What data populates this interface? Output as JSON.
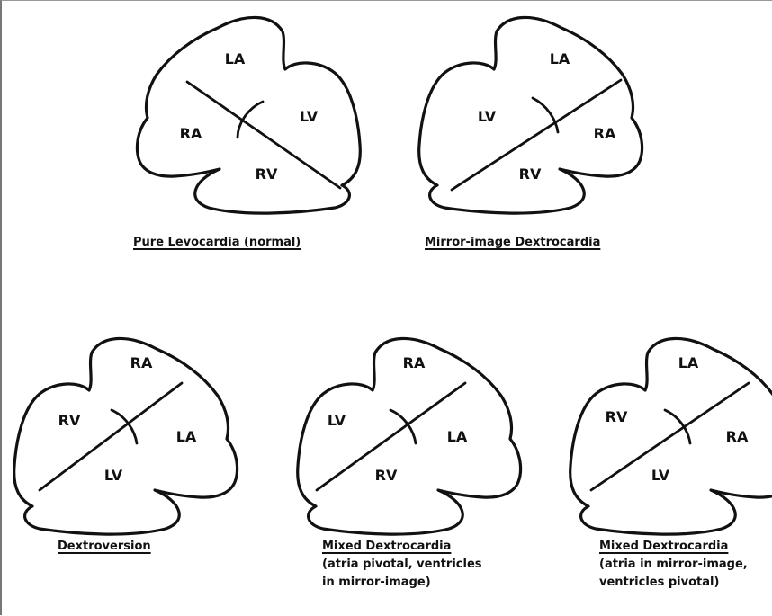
{
  "panels": [
    {
      "id": "pure-levocardia",
      "chambers": {
        "top": "LA",
        "left": "RA",
        "right": "LV",
        "bottom": "RV"
      },
      "caption": [
        "Pure Levocardia (normal)"
      ]
    },
    {
      "id": "mirror-image-dextrocardia",
      "chambers": {
        "top": "LA",
        "left": "LV",
        "right": "RA",
        "bottom": "RV"
      },
      "caption": [
        "Mirror-image Dextrocardia"
      ]
    },
    {
      "id": "dextroversion",
      "chambers": {
        "top": "RA",
        "left": "RV",
        "right": "LA",
        "bottom": "LV"
      },
      "caption": [
        "Dextroversion"
      ]
    },
    {
      "id": "mixed-dextrocardia-atria-pivotal",
      "chambers": {
        "top": "RA",
        "left": "LV",
        "right": "LA",
        "bottom": "RV"
      },
      "caption": [
        "Mixed Dextrocardia",
        "(atria pivotal, ventricles",
        "in mirror-image)"
      ]
    },
    {
      "id": "mixed-dextrocardia-atria-mirror",
      "chambers": {
        "top": "LA",
        "left": "RV",
        "right": "RA",
        "bottom": "LV"
      },
      "caption": [
        "Mixed Dextrocardia",
        "(atria in mirror-image,",
        "ventricles pivotal)"
      ]
    }
  ]
}
